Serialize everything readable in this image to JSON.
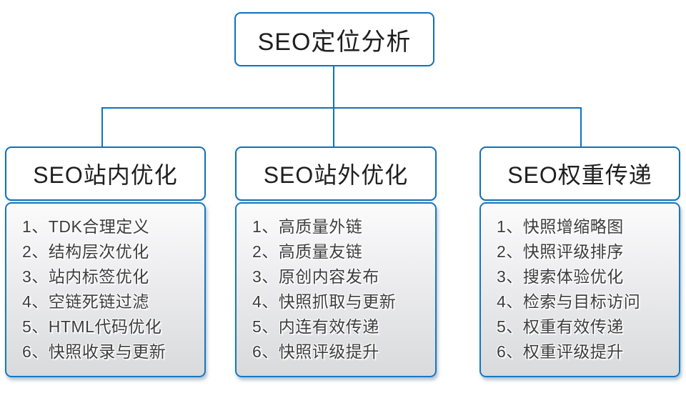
{
  "root": {
    "title": "SEO定位分析"
  },
  "columns": [
    {
      "title": "SEO站内优化",
      "items": [
        "1、TDK合理定义",
        "2、结构层次优化",
        "3、站内标签优化",
        "4、空链死链过滤",
        "5、HTML代码优化",
        "6、快照收录与更新"
      ]
    },
    {
      "title": "SEO站外优化",
      "items": [
        "1、高质量外链",
        "2、高质量友链",
        "3、原创内容发布",
        "4、快照抓取与更新",
        "5、内连有效传递",
        "6、快照评级提升"
      ]
    },
    {
      "title": "SEO权重传递",
      "items": [
        "1、快照增缩略图",
        "2、快照评级排序",
        "3、搜索体验优化",
        "4、检索与目标访问",
        "5、权重有效传递",
        "6、权重评级提升"
      ]
    }
  ],
  "colors": {
    "accent_blue": "#0E71BE",
    "body_gradient_top": "#FBFBFC",
    "body_gradient_bottom": "#D9DADC",
    "item_text": "#3D3D3D",
    "title_text": "#1F1F1F"
  }
}
